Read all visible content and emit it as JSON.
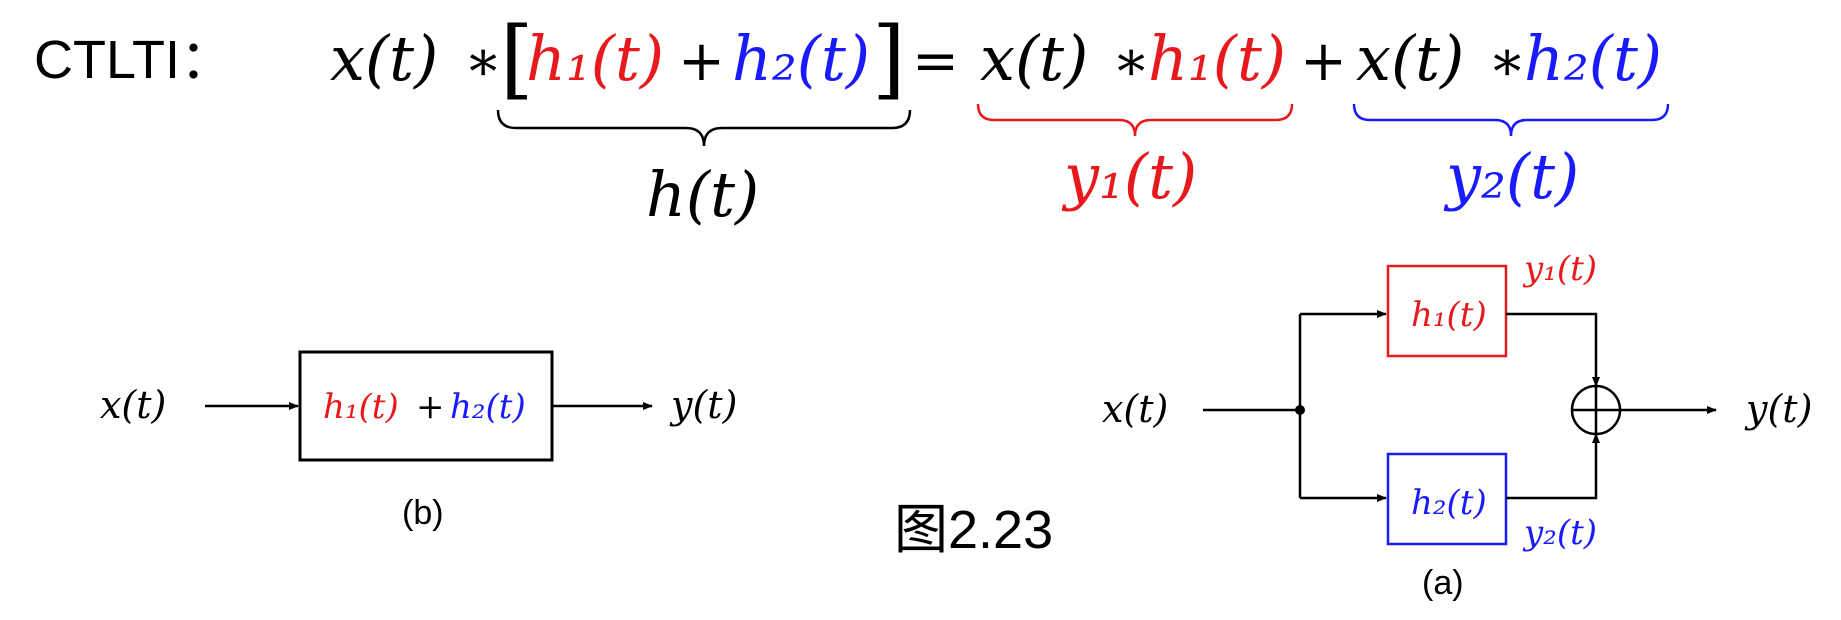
{
  "label_ctlti": "CTLTI：",
  "equation": {
    "x_t": "x(t)",
    "star": "∗",
    "lbracket": "[",
    "rbracket": "]",
    "h1_t": "h₁(t)",
    "plus": "+",
    "h2_t": "h₂(t)",
    "equals": "=",
    "under_h": "h(t)",
    "under_y1": "y₁(t)",
    "under_y2": "y₂(t)"
  },
  "diagram_b": {
    "input": "x(t)",
    "box_h1": "h₁(t)",
    "box_plus": "+",
    "box_h2": "h₂(t)",
    "output": "y(t)",
    "caption": "(b)"
  },
  "figure_caption": "图2.23",
  "diagram_a": {
    "input": "x(t)",
    "box_h1": "h₁(t)",
    "box_h2": "h₂(t)",
    "y1": "y₁(t)",
    "y2": "y₂(t)",
    "output": "y(t)",
    "caption": "(a)"
  },
  "colors": {
    "red": "#e8191c",
    "blue": "#1a1aff",
    "black": "#000000"
  }
}
